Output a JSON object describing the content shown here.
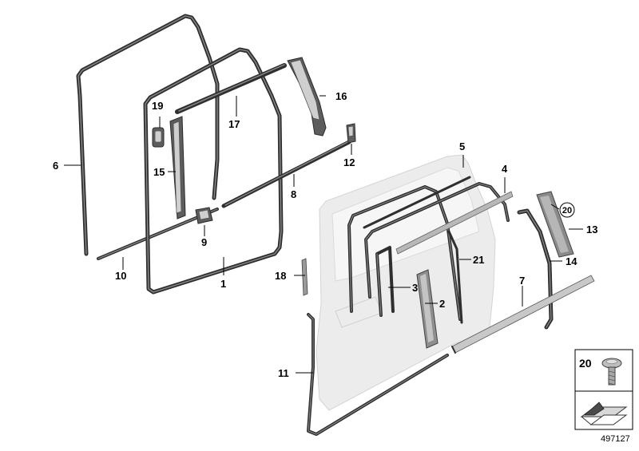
{
  "diagram_id": "497127",
  "callouts": [
    {
      "id": "c1",
      "label": "1"
    },
    {
      "id": "c2",
      "label": "2"
    },
    {
      "id": "c3",
      "label": "3"
    },
    {
      "id": "c4",
      "label": "4"
    },
    {
      "id": "c5",
      "label": "5"
    },
    {
      "id": "c6",
      "label": "6"
    },
    {
      "id": "c7",
      "label": "7"
    },
    {
      "id": "c8",
      "label": "8"
    },
    {
      "id": "c9",
      "label": "9"
    },
    {
      "id": "c10",
      "label": "10"
    },
    {
      "id": "c11",
      "label": "11"
    },
    {
      "id": "c12",
      "label": "12"
    },
    {
      "id": "c13",
      "label": "13"
    },
    {
      "id": "c14",
      "label": "14"
    },
    {
      "id": "c15",
      "label": "15"
    },
    {
      "id": "c16",
      "label": "16"
    },
    {
      "id": "c17",
      "label": "17"
    },
    {
      "id": "c18",
      "label": "18"
    },
    {
      "id": "c19",
      "label": "19"
    },
    {
      "id": "c20",
      "label": "20"
    },
    {
      "id": "c21",
      "label": "21"
    }
  ],
  "legend": {
    "screw_label": "20"
  }
}
